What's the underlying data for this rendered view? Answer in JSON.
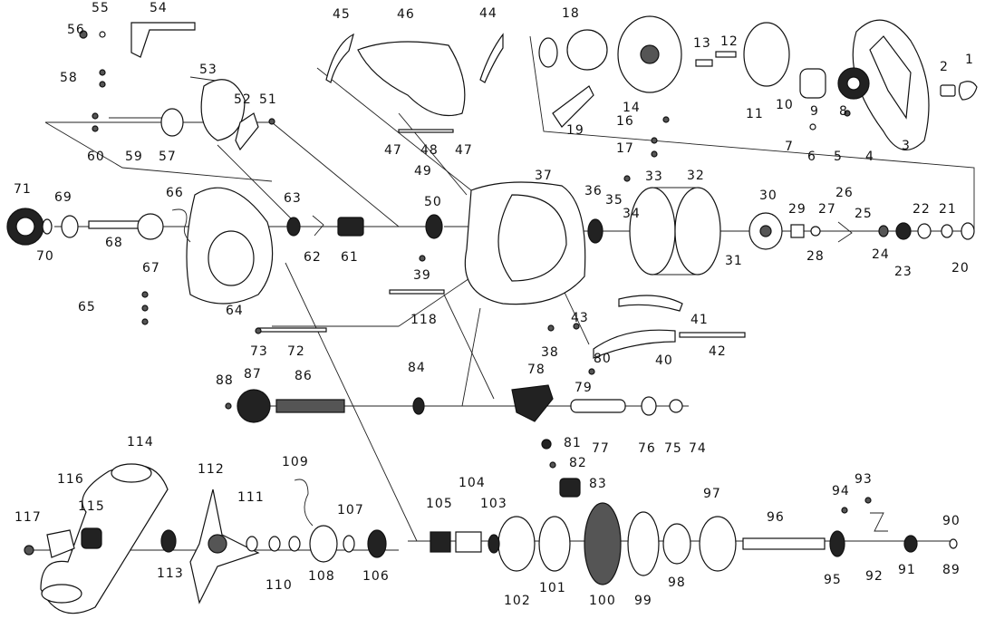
{
  "labels": [
    "1",
    "2",
    "3",
    "4",
    "5",
    "6",
    "7",
    "8",
    "9",
    "10",
    "11",
    "12",
    "13",
    "14",
    "16",
    "17",
    "18",
    "19",
    "20",
    "21",
    "22",
    "23",
    "24",
    "25",
    "26",
    "27",
    "28",
    "29",
    "30",
    "31",
    "32",
    "33",
    "34",
    "35",
    "36",
    "37",
    "38",
    "39",
    "40",
    "41",
    "42",
    "43",
    "44",
    "45",
    "46",
    "47",
    "48",
    "49",
    "50",
    "51",
    "52",
    "53",
    "54",
    "55",
    "56",
    "57",
    "58",
    "59",
    "60",
    "61",
    "62",
    "63",
    "64",
    "65",
    "66",
    "67",
    "68",
    "69",
    "70",
    "71",
    "72",
    "73",
    "74",
    "75",
    "76",
    "77",
    "78",
    "79",
    "80",
    "81",
    "82",
    "83",
    "84",
    "86",
    "87",
    "88",
    "89",
    "90",
    "91",
    "92",
    "93",
    "94",
    "95",
    "96",
    "97",
    "98",
    "99",
    "100",
    "101",
    "102",
    "103",
    "104",
    "105",
    "106",
    "107",
    "108",
    "109",
    "110",
    "111",
    "112",
    "113",
    "114",
    "115",
    "116",
    "117",
    "118"
  ],
  "label_47b": "47"
}
